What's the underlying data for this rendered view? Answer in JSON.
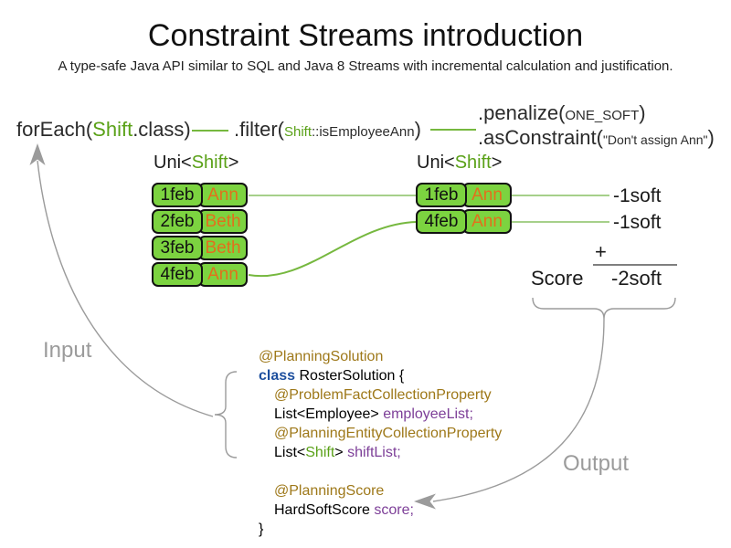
{
  "title": "Constraint Streams introduction",
  "subtitle": "A type-safe Java API similar to SQL and Java 8 Streams with incremental calculation and justification.",
  "pipeline": {
    "foreach_pre": "forEach(",
    "foreach_type": "Shift",
    "foreach_post": ".class)",
    "filter_pre": ".filter(",
    "filter_type": "Shift",
    "filter_method": "::isEmployeeAnn",
    "filter_post": ")",
    "penalize_pre": ".penalize(",
    "penalize_arg": "ONE_SOFT",
    "penalize_post": ")",
    "asconstraint_pre": ".asConstraint(",
    "asconstraint_arg": "\"Don't assign Ann\"",
    "asconstraint_post": ")"
  },
  "streams": {
    "left": {
      "type_label": {
        "pre": "Uni<",
        "type": "Shift",
        "post": ">"
      },
      "rows": [
        {
          "date": "1feb",
          "employee": "Ann"
        },
        {
          "date": "2feb",
          "employee": "Beth"
        },
        {
          "date": "3feb",
          "employee": "Beth"
        },
        {
          "date": "4feb",
          "employee": "Ann"
        }
      ]
    },
    "right": {
      "type_label": {
        "pre": "Uni<",
        "type": "Shift",
        "post": ">"
      },
      "rows": [
        {
          "date": "1feb",
          "employee": "Ann"
        },
        {
          "date": "4feb",
          "employee": "Ann"
        }
      ]
    }
  },
  "score_panel": {
    "match_scores": [
      "-1soft",
      "-1soft"
    ],
    "plus_sign": "+",
    "score_label": "Score",
    "total_score": "-2soft"
  },
  "code": {
    "lines": [
      {
        "indent": 0,
        "segments": [
          {
            "style": "ann",
            "text": "@PlanningSolution"
          }
        ]
      },
      {
        "indent": 0,
        "segments": [
          {
            "style": "kw",
            "text": "class"
          },
          {
            "style": "plain",
            "text": " RosterSolution {"
          }
        ]
      },
      {
        "indent": 1,
        "segments": [
          {
            "style": "ann",
            "text": "@ProblemFactCollectionProperty"
          }
        ]
      },
      {
        "indent": 1,
        "segments": [
          {
            "style": "plain",
            "text": "List<Employee> "
          },
          {
            "style": "field",
            "text": "employeeList;"
          }
        ]
      },
      {
        "indent": 1,
        "segments": [
          {
            "style": "ann",
            "text": "@PlanningEntityCollectionProperty"
          }
        ]
      },
      {
        "indent": 1,
        "segments": [
          {
            "style": "plain",
            "text": "List<"
          },
          {
            "style": "type",
            "text": "Shift"
          },
          {
            "style": "plain",
            "text": "> "
          },
          {
            "style": "field",
            "text": "shiftList;"
          }
        ]
      },
      {
        "indent": 0,
        "segments": []
      },
      {
        "indent": 1,
        "segments": [
          {
            "style": "ann",
            "text": "@PlanningScore"
          }
        ]
      },
      {
        "indent": 1,
        "segments": [
          {
            "style": "plain",
            "text": "HardSoftScore "
          },
          {
            "style": "field",
            "text": "score;"
          }
        ]
      },
      {
        "indent": 0,
        "segments": [
          {
            "style": "plain",
            "text": "}"
          }
        ]
      }
    ]
  },
  "flow": {
    "input_label": "Input",
    "output_label": "Output"
  },
  "colors": {
    "shift-green": "#5aa118",
    "box-green": "#7cd340",
    "employee-orange": "#e2701c",
    "annotation-brown": "#9e7819",
    "keyword-blue": "#1d4f9e",
    "field-purple": "#7d3f98",
    "arrow-gray": "#9b9b9b",
    "line-green": "#76b83f",
    "line-pale-green": "#a6d08a",
    "sum-line-gray": "#7f7f7f"
  }
}
